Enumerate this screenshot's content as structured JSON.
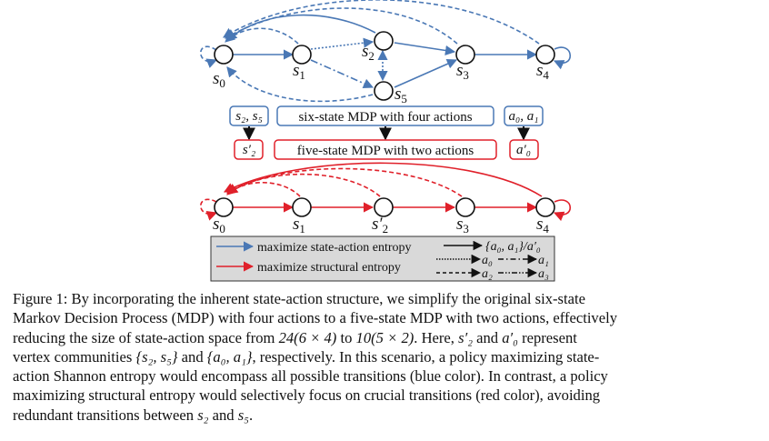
{
  "figure": {
    "top_graph": {
      "states": [
        "s0",
        "s1",
        "s2",
        "s3",
        "s4",
        "s5"
      ],
      "label_s0": "s",
      "sub_0": "0",
      "label_s1": "s",
      "sub_1": "1",
      "label_s2": "s",
      "sub_2": "2",
      "label_s3": "s",
      "sub_3": "3",
      "label_s4": "s",
      "sub_4": "4",
      "label_s5": "s",
      "sub_5": "5",
      "color": "#4a78b5"
    },
    "boxes": {
      "left_top": "s₂, s₅",
      "left_bottom": "s′₂",
      "middle_top": "six-state MDP with four actions",
      "middle_bottom": "five-state MDP with two actions",
      "right_top": "a₀, a₁",
      "right_bottom": "a′₀"
    },
    "bottom_graph": {
      "states": [
        "s0",
        "s1",
        "s2'",
        "s3",
        "s4"
      ],
      "label_s0": "s",
      "sub_0": "0",
      "label_s1": "s",
      "sub_1": "1",
      "label_s2": "s′",
      "sub_2": "2",
      "label_s3": "s",
      "sub_3": "3",
      "label_s4": "s",
      "sub_4": "4",
      "color": "#e0202a"
    },
    "legend": {
      "blue_label": "maximize state-action entropy",
      "red_label": "maximize structural entropy",
      "solid_label": "{a₀, a₁}/a′₀",
      "dotted_label": "a₀",
      "dashdot_label": "a₁",
      "dashed_label": "a₂",
      "dashdotdot_label": "a₃"
    }
  },
  "caption": {
    "line1": "Figure 1: By incorporating the inherent state-action structure, we simplify the original six-state",
    "line2": "Markov Decision Process (MDP) with four actions to a five-state MDP with two actions, effectively",
    "line3a": "reducing the size of state-action space from ",
    "line3m1": "24(6 × 4)",
    "line3b": " to ",
    "line3m2": "10(5 × 2)",
    "line3c": ". Here, ",
    "line3m3": "s′₂",
    "line3d": " and ",
    "line3m4": "a′₀",
    "line3e": " represent",
    "line4a": "vertex communities ",
    "line4m1": "{s₂, s₅}",
    "line4b": " and ",
    "line4m2": "{a₀, a₁}",
    "line4c": ", respectively. In this scenario, a policy maximizing state-",
    "line5": "action Shannon entropy would encompass all possible transitions (blue color). In contrast, a policy",
    "line6": "maximizing structural entropy would selectively focus on crucial transitions (red color), avoiding",
    "line7a": "redundant transitions between ",
    "line7m1": "s₂",
    "line7b": " and ",
    "line7m2": "s₅",
    "line7c": "."
  }
}
